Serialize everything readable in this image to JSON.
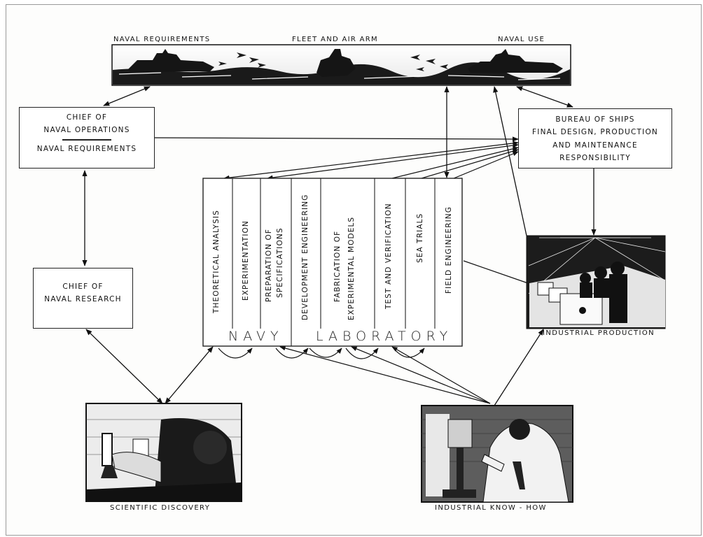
{
  "banner": {
    "left_label": "NAVAL REQUIREMENTS",
    "center_label": "FLEET AND AIR ARM",
    "right_label": "NAVAL USE"
  },
  "cno": {
    "line1": "CHIEF OF",
    "line2": "NAVAL OPERATIONS",
    "line3": "NAVAL REQUIREMENTS"
  },
  "bureau": {
    "line1": "BUREAU OF SHIPS",
    "line2": "FINAL DESIGN, PRODUCTION",
    "line3": "AND MAINTENANCE",
    "line4": "RESPONSIBILITY"
  },
  "cnr": {
    "line1": "CHIEF OF",
    "line2": "NAVAL RESEARCH"
  },
  "laboratory": {
    "word1": "NAVY",
    "word2": "LABORATORY",
    "columns": [
      {
        "label": "THEORETICAL ANALYSIS"
      },
      {
        "label": "EXPERIMENTATION"
      },
      {
        "label": "PREPARATION OF",
        "label2": "SPECIFICATIONS"
      },
      {
        "label": "DEVELOPMENT ENGINEERING"
      },
      {
        "label": "FABRICATION OF",
        "label2": "EXPERIMENTAL MODELS"
      },
      {
        "label": "TEST AND VERIFICATION"
      },
      {
        "label": "SEA TRIALS"
      },
      {
        "label": "FIELD ENGINEERING"
      }
    ]
  },
  "illustrations": {
    "industrial_production": "INDUSTRIAL PRODUCTION",
    "scientific_discovery": "SCIENTIFIC DISCOVERY",
    "industrial_know_how": "INDUSTRIAL KNOW - HOW"
  }
}
